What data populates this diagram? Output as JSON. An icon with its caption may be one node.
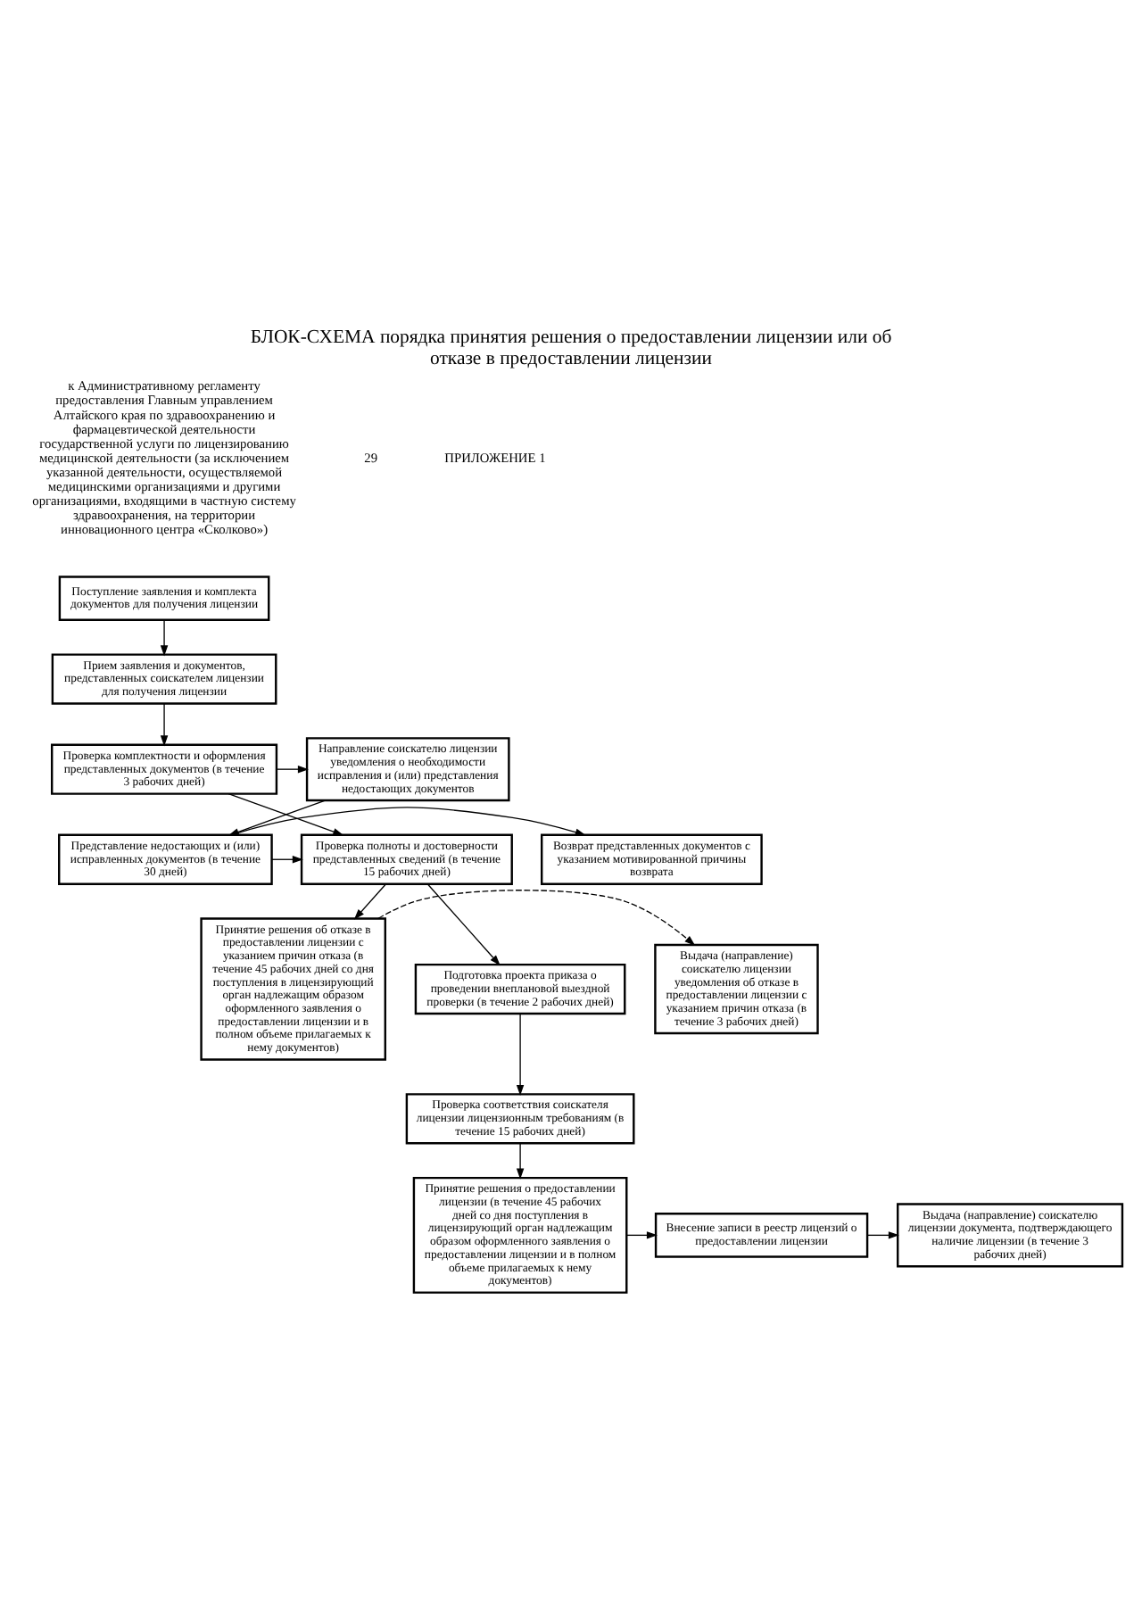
{
  "diagram": {
    "title": "БЛОК-СХЕМА порядка принятия решения о предоставлении лицензии или об отказе в предоставлении лицензии",
    "nodes": [
      {
        "text": [
          "Поступление заявления и комплекта документов для получения лицензии"
        ]
      },
      {
        "text": [
          "Прием заявления и документов, представленных соискателем лицензии для получения лицензии"
        ]
      },
      {
        "text": [
          "Проверка комплектности и оформления представленных документов (в течение 3 рабочих дней)"
        ]
      },
      {
        "text": [
          "Направление соискателю лицензии уведомления о необходимости исправления и (или) представления недостающих документов"
        ]
      },
      {
        "text": [
          "Проверка полноты и достоверности представленных сведений (в течение 15 рабочих дней)"
        ]
      },
      {
        "text": [
          "Представление недостающих и (или) исправленных документов (в течение 30 дней)"
        ]
      },
      {
        "text": [
          "Возврат представленных документов с указанием мотивированной причины возврата"
        ]
      },
      {
        "text": [
          "Подготовка проекта приказа о проведении внеплановой выездной проверки (в течение 2 рабочих дней)"
        ]
      },
      {
        "text": [
          "Принятие решения об отказе в предоставлении лицензии с указанием причин отказа (в течение 45 рабочих дней со дня поступления в лицензирующий орган надлежащим образом оформленного заявления о предоставлении лицензии и в полном объеме прилагаемых к нему документов)"
        ]
      },
      {
        "text": [
          "Выдача (направление) соискателю лицензии уведомления об отказе в предоставлении лицензии с указанием причин отказа (в течение 3 рабочих дней)"
        ]
      },
      {
        "text": [
          "Проверка соответствия соискателя лицензии лицензионным требованиям (в течение 15 рабочих дней)"
        ]
      },
      {
        "text": [
          "Принятие решения о предоставлении лицензии (в течение 45 рабочих дней со дня поступления в лицензирующий орган надлежащим образом оформленного заявления о предоставлении лицензии и в полном объеме прилагаемых к нему документов)"
        ]
      },
      {
        "text": [
          "Внесение записи в реестр лицензий о предоставлении лицензии"
        ]
      },
      {
        "text": [
          "Выдача (направление) соискателю лицензии документа, подтверждающего наличие лицензии (в течение 3 рабочих дней)"
        ]
      }
    ],
    "edges": [
      {
        "from": 0,
        "to": 1,
        "arrow": "to"
      },
      {
        "from": 1,
        "to": 2,
        "arrow": "to"
      },
      {
        "from": 2,
        "to": 3,
        "arrow": "to"
      },
      {
        "from": 2,
        "to": 4,
        "arrow": "to"
      },
      {
        "from": 3,
        "to": 5,
        "arrow": "to"
      },
      {
        "from": 5,
        "to": 4,
        "arrow": "to"
      },
      {
        "from": 5,
        "to": 6,
        "arrow": "to"
      },
      {
        "from": 4,
        "to": 7,
        "arrow": "to"
      },
      {
        "from": 4,
        "to": 8,
        "arrow": "to"
      },
      {
        "from": 8,
        "to": 9,
        "arrow": "to",
        "style": "dashed"
      },
      {
        "from": 7,
        "to": 10,
        "arrow": "to"
      },
      {
        "from": 10,
        "to": 11,
        "arrow": "to"
      },
      {
        "from": 11,
        "to": 12,
        "arrow": "to"
      },
      {
        "from": 12,
        "to": 13,
        "arrow": "to"
      }
    ],
    "labels": [
      "29",
      "ПРИЛОЖЕНИЕ 1",
      "к Административному регламенту предоставления Главным управлением Алтайского края по здравоохранению и фармацевтической деятельности государственной услуги по лицензированию медицинской деятельности (за исключением указанной деятельности, осуществляемой медицинскими организациями и другими организациями, входящими в частную систему здравоохранения, на территории инновационного центра «Сколково»)"
    ]
  }
}
